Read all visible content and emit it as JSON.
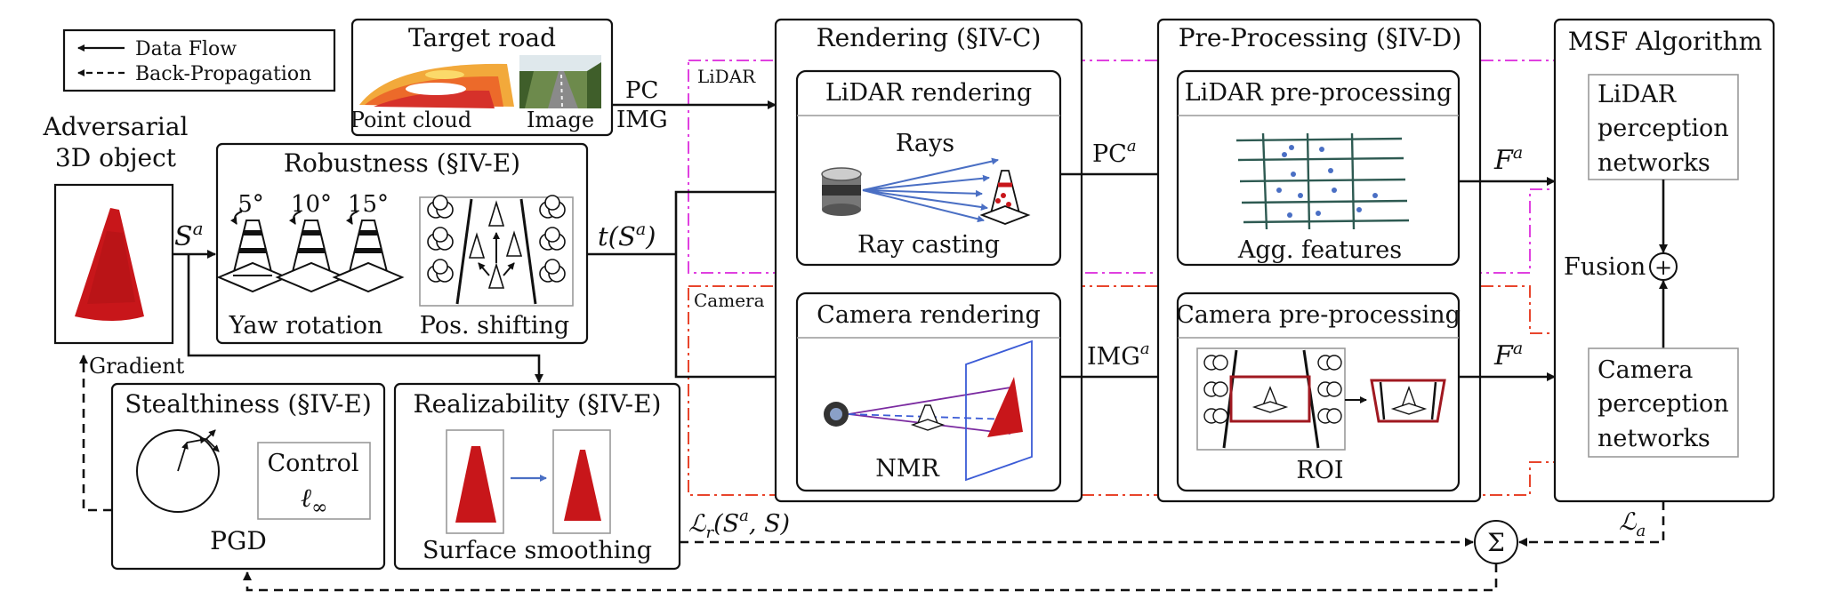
{
  "legend": {
    "data_flow": "Data Flow",
    "back_propagation": "Back-Propagation"
  },
  "target_road": {
    "title": "Target road",
    "point_cloud": "Point cloud",
    "image": "Image"
  },
  "adversarial": {
    "line1": "Adversarial",
    "line2": "3D object",
    "sa": "S",
    "sa_sup": "a",
    "gradient": "Gradient"
  },
  "robustness": {
    "title": "Robustness (§IV-E)",
    "angles": [
      "5°",
      "10°",
      "15°"
    ],
    "yaw": "Yaw rotation",
    "pos": "Pos. shifting"
  },
  "tsa": "t(S",
  "tsa_sup": "a",
  "tsa_close": ")",
  "pc_label": "PC",
  "img_label": "IMG",
  "lidar_tag": "LiDAR",
  "camera_tag": "Camera",
  "rendering": {
    "title": "Rendering (§IV-C)",
    "lidar_title": "LiDAR rendering",
    "rays": "Rays",
    "ray_casting": "Ray casting",
    "camera_title": "Camera rendering",
    "nmr": "NMR"
  },
  "pca": "PC",
  "pca_sup": "a",
  "imga": "IMG",
  "imga_sup": "a",
  "preprocessing": {
    "title": "Pre-Processing (§IV-D)",
    "lidar_title": "LiDAR pre-processing",
    "agg": "Agg. features",
    "camera_title": "Camera pre-processing",
    "roi": "ROI"
  },
  "fa": "F",
  "fa_sup": "a",
  "msf": {
    "title": "MSF Algorithm",
    "lidar_net": [
      "LiDAR",
      "perception",
      "networks"
    ],
    "fusion": "Fusion",
    "plus": "+",
    "camera_net": [
      "Camera",
      "perception",
      "networks"
    ]
  },
  "stealthiness": {
    "title": "Stealthiness (§IV-E)",
    "control": "Control",
    "linf": "ℓ",
    "linf_sub": "∞",
    "pgd": "PGD"
  },
  "realizability": {
    "title": "Realizability (§IV-E)",
    "smoothing": "Surface smoothing"
  },
  "loss_r": "ℒ",
  "loss_r_sub": "r",
  "loss_r_args": "(S",
  "loss_r_sup": "a",
  "loss_r_tail": ", S)",
  "loss_a": "ℒ",
  "loss_a_sub": "a",
  "sum": "Σ",
  "colors": {
    "lidar_region": "#e040e0",
    "camera_region": "#e8452c",
    "ray_blue": "#4a6fc4",
    "cone_red": "#c8161a",
    "grid_green": "#2e5a52",
    "roi_red": "#a01820",
    "nmr_blue": "#3b5bd6",
    "nmr_purple": "#7a2aa0"
  }
}
